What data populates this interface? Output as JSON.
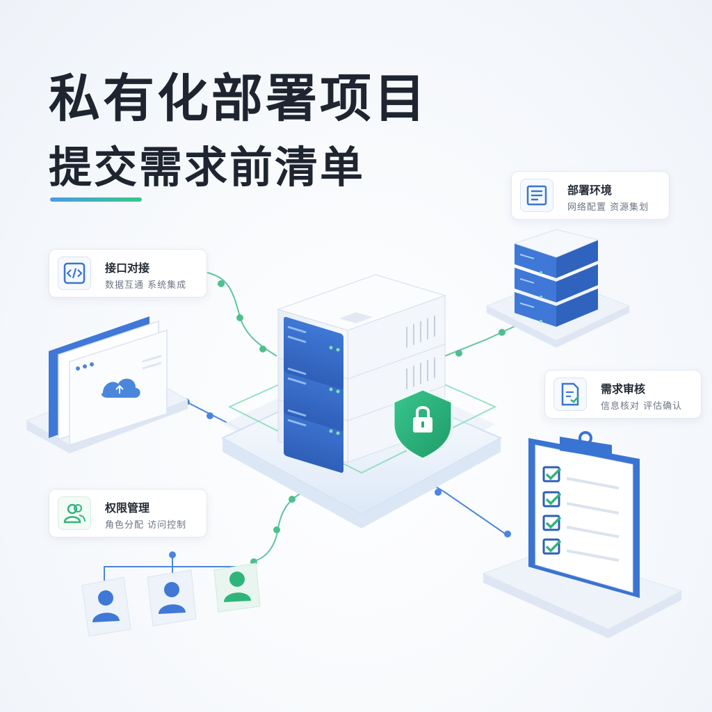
{
  "title": {
    "line1": "私有化部署项目",
    "line2": "提交需求前清单"
  },
  "cards": {
    "deploy_env": {
      "title": "部署环境",
      "subtitle": "网络配置  资源集划",
      "icon": "document-list-icon"
    },
    "api_integration": {
      "title": "接口对接",
      "subtitle": "数据互通  系统集成",
      "icon": "code-icon"
    },
    "requirement_review": {
      "title": "需求审核",
      "subtitle": "信息核对  评估确认",
      "icon": "document-check-icon"
    },
    "permission_mgmt": {
      "title": "权限管理",
      "subtitle": "角色分配  访问控制",
      "icon": "users-icon"
    }
  },
  "colors": {
    "accent_blue": "#4a86dc",
    "accent_green": "#2fb57a",
    "title_text": "#1f2530"
  }
}
